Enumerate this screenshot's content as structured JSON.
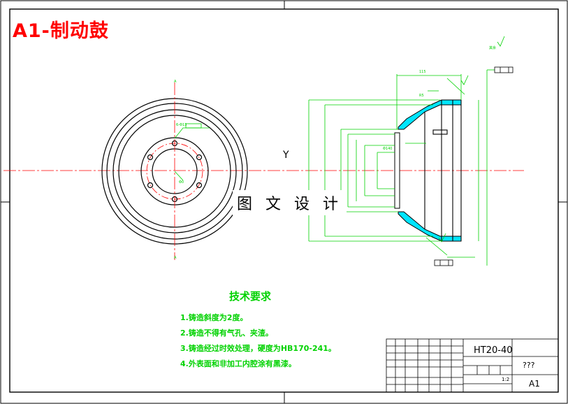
{
  "drawing": {
    "title": "A1-制动鼓",
    "watermark": "图 文 设 计",
    "y_marker": "Y"
  },
  "technical_requirements": {
    "heading": "技术要求",
    "items": [
      "1.铸造斜度为2度。",
      "2.铸造不得有气孔、夹渣。",
      "3.铸造经过时效处理，硬度为HB170-241。",
      "4.外表面和非加工内腔涂有黑漆。"
    ]
  },
  "title_block": {
    "material": "HT20-40",
    "part_name": "???",
    "sheet_size": "A1",
    "scale": "1:2"
  },
  "colors": {
    "frame": "#000000",
    "title": "#ff0000",
    "centerline": "#ff0000",
    "outline": "#000000",
    "dimension": "#00d200",
    "hatch": "#00e5ff",
    "text_green": "#00d200"
  }
}
